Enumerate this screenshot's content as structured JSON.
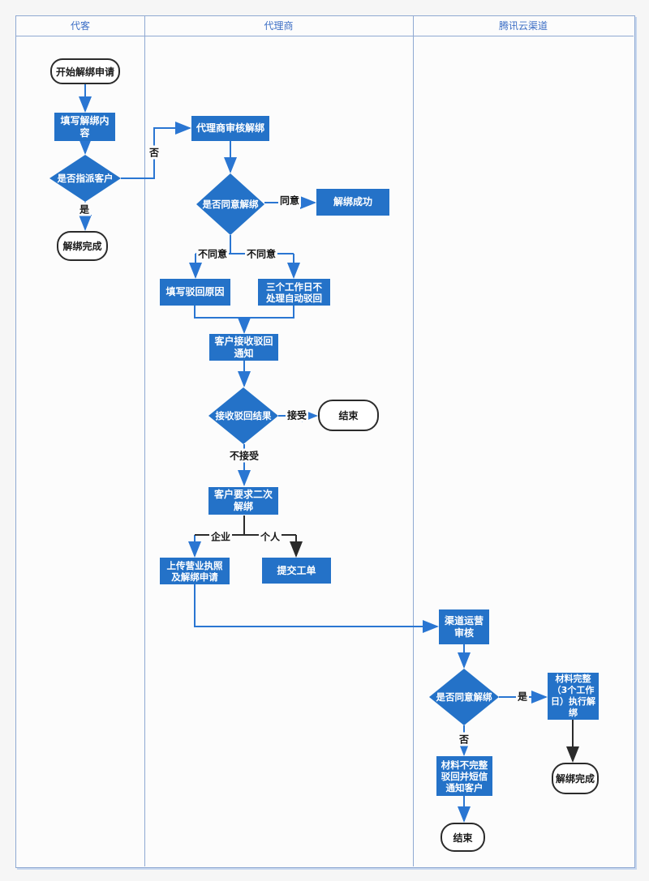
{
  "lanes": [
    {
      "label": "代客"
    },
    {
      "label": "代理商"
    },
    {
      "label": "腾讯云渠道"
    }
  ],
  "nodes": {
    "start": "开始解绑申请",
    "fill_content": "填写解绑内容",
    "assign_decision": "是否指派客户",
    "done1": "解绑完成",
    "agent_review": "代理商审核解绑",
    "agree_decision": "是否同意解绑",
    "success": "解绑成功",
    "fill_reject": "填写驳回原因",
    "auto_reject": "三个工作日不处理自动驳回",
    "receive_notice": "客户接收驳回通知",
    "result_decision": "接收驳回结果",
    "end_accept": "结束",
    "second_unbind": "客户要求二次解绑",
    "upload_license": "上传营业执照及解绑申请",
    "submit_ticket": "提交工单",
    "channel_review": "渠道运营审核",
    "agree2_decision": "是否同意解绑",
    "complete_exec": "材料完整（3个工作日）执行解绑",
    "incomplete_reject": "材料不完整驳回并短信通知客户",
    "done2": "解绑完成",
    "end_final": "结束"
  },
  "edge_labels": {
    "yes1": "是",
    "no1": "否",
    "agree": "同意",
    "disagree_left": "不同意",
    "disagree_right": "不同意",
    "accept": "接受",
    "not_accept": "不接受",
    "enterprise": "企业",
    "personal": "个人",
    "yes2": "是",
    "no2": "否"
  },
  "colors": {
    "node_fill": "#2472c8",
    "connector_blue": "#2a76d2",
    "connector_black": "#2b2b2b",
    "lane_border": "#8fa9d2",
    "header_text": "#3c6ec5"
  }
}
